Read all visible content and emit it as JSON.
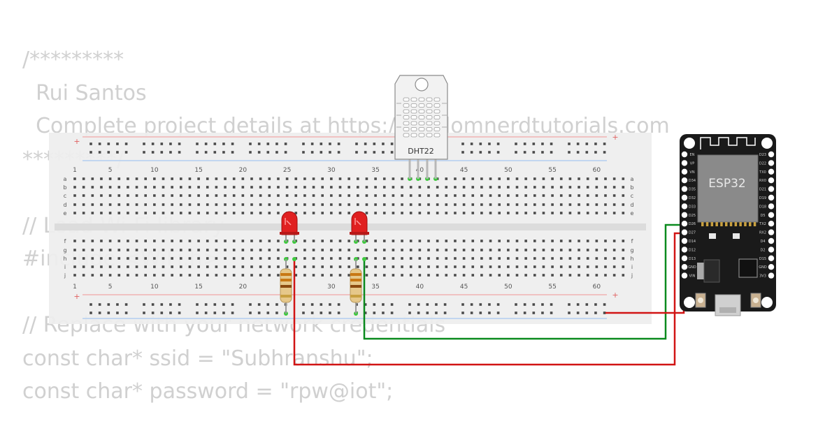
{
  "code_lines": [
    "/*********",
    "  Rui Santos",
    "  Complete project details at https://randomnerdtutorials.com",
    "*********/",
    "",
    "// Load Wi-Fi library",
    "#include <WiFi.h>",
    "",
    "// Replace with your network credentials",
    "const char* ssid = \"Subhranshu\";",
    "const char* password = \"rpw@iot\";"
  ],
  "breadboard": {
    "column_numbers": [
      "1",
      "5",
      "10",
      "15",
      "20",
      "25",
      "30",
      "35",
      "40",
      "45",
      "50",
      "55",
      "60"
    ],
    "top_rows": [
      "a",
      "b",
      "c",
      "d",
      "e"
    ],
    "bottom_rows": [
      "f",
      "g",
      "h",
      "i",
      "j"
    ],
    "plus_sign": "+",
    "minus_sign": "-"
  },
  "sensor": {
    "label": "DHT22"
  },
  "esp32": {
    "label": "ESP32",
    "left_pins": [
      "EN",
      "VP",
      "VN",
      "D34",
      "D35",
      "D32",
      "D33",
      "D25",
      "D26",
      "D27",
      "D14",
      "D12",
      "D13",
      "GND",
      "VIN"
    ],
    "right_pins": [
      "D23",
      "D22",
      "TX0",
      "RX0",
      "D21",
      "D19",
      "D18",
      "D5",
      "TX2",
      "RX2",
      "D4",
      "D2",
      "D15",
      "GND",
      "3V3"
    ]
  },
  "components": {
    "leds": [
      {
        "color": "red"
      },
      {
        "color": "red"
      }
    ],
    "resistors": 2
  },
  "colors": {
    "wire_green": "#0a8a1e",
    "wire_red": "#d11414",
    "led_red": "#e02020",
    "board_black": "#1a1a1a",
    "breadboard": "#eeeeee"
  }
}
